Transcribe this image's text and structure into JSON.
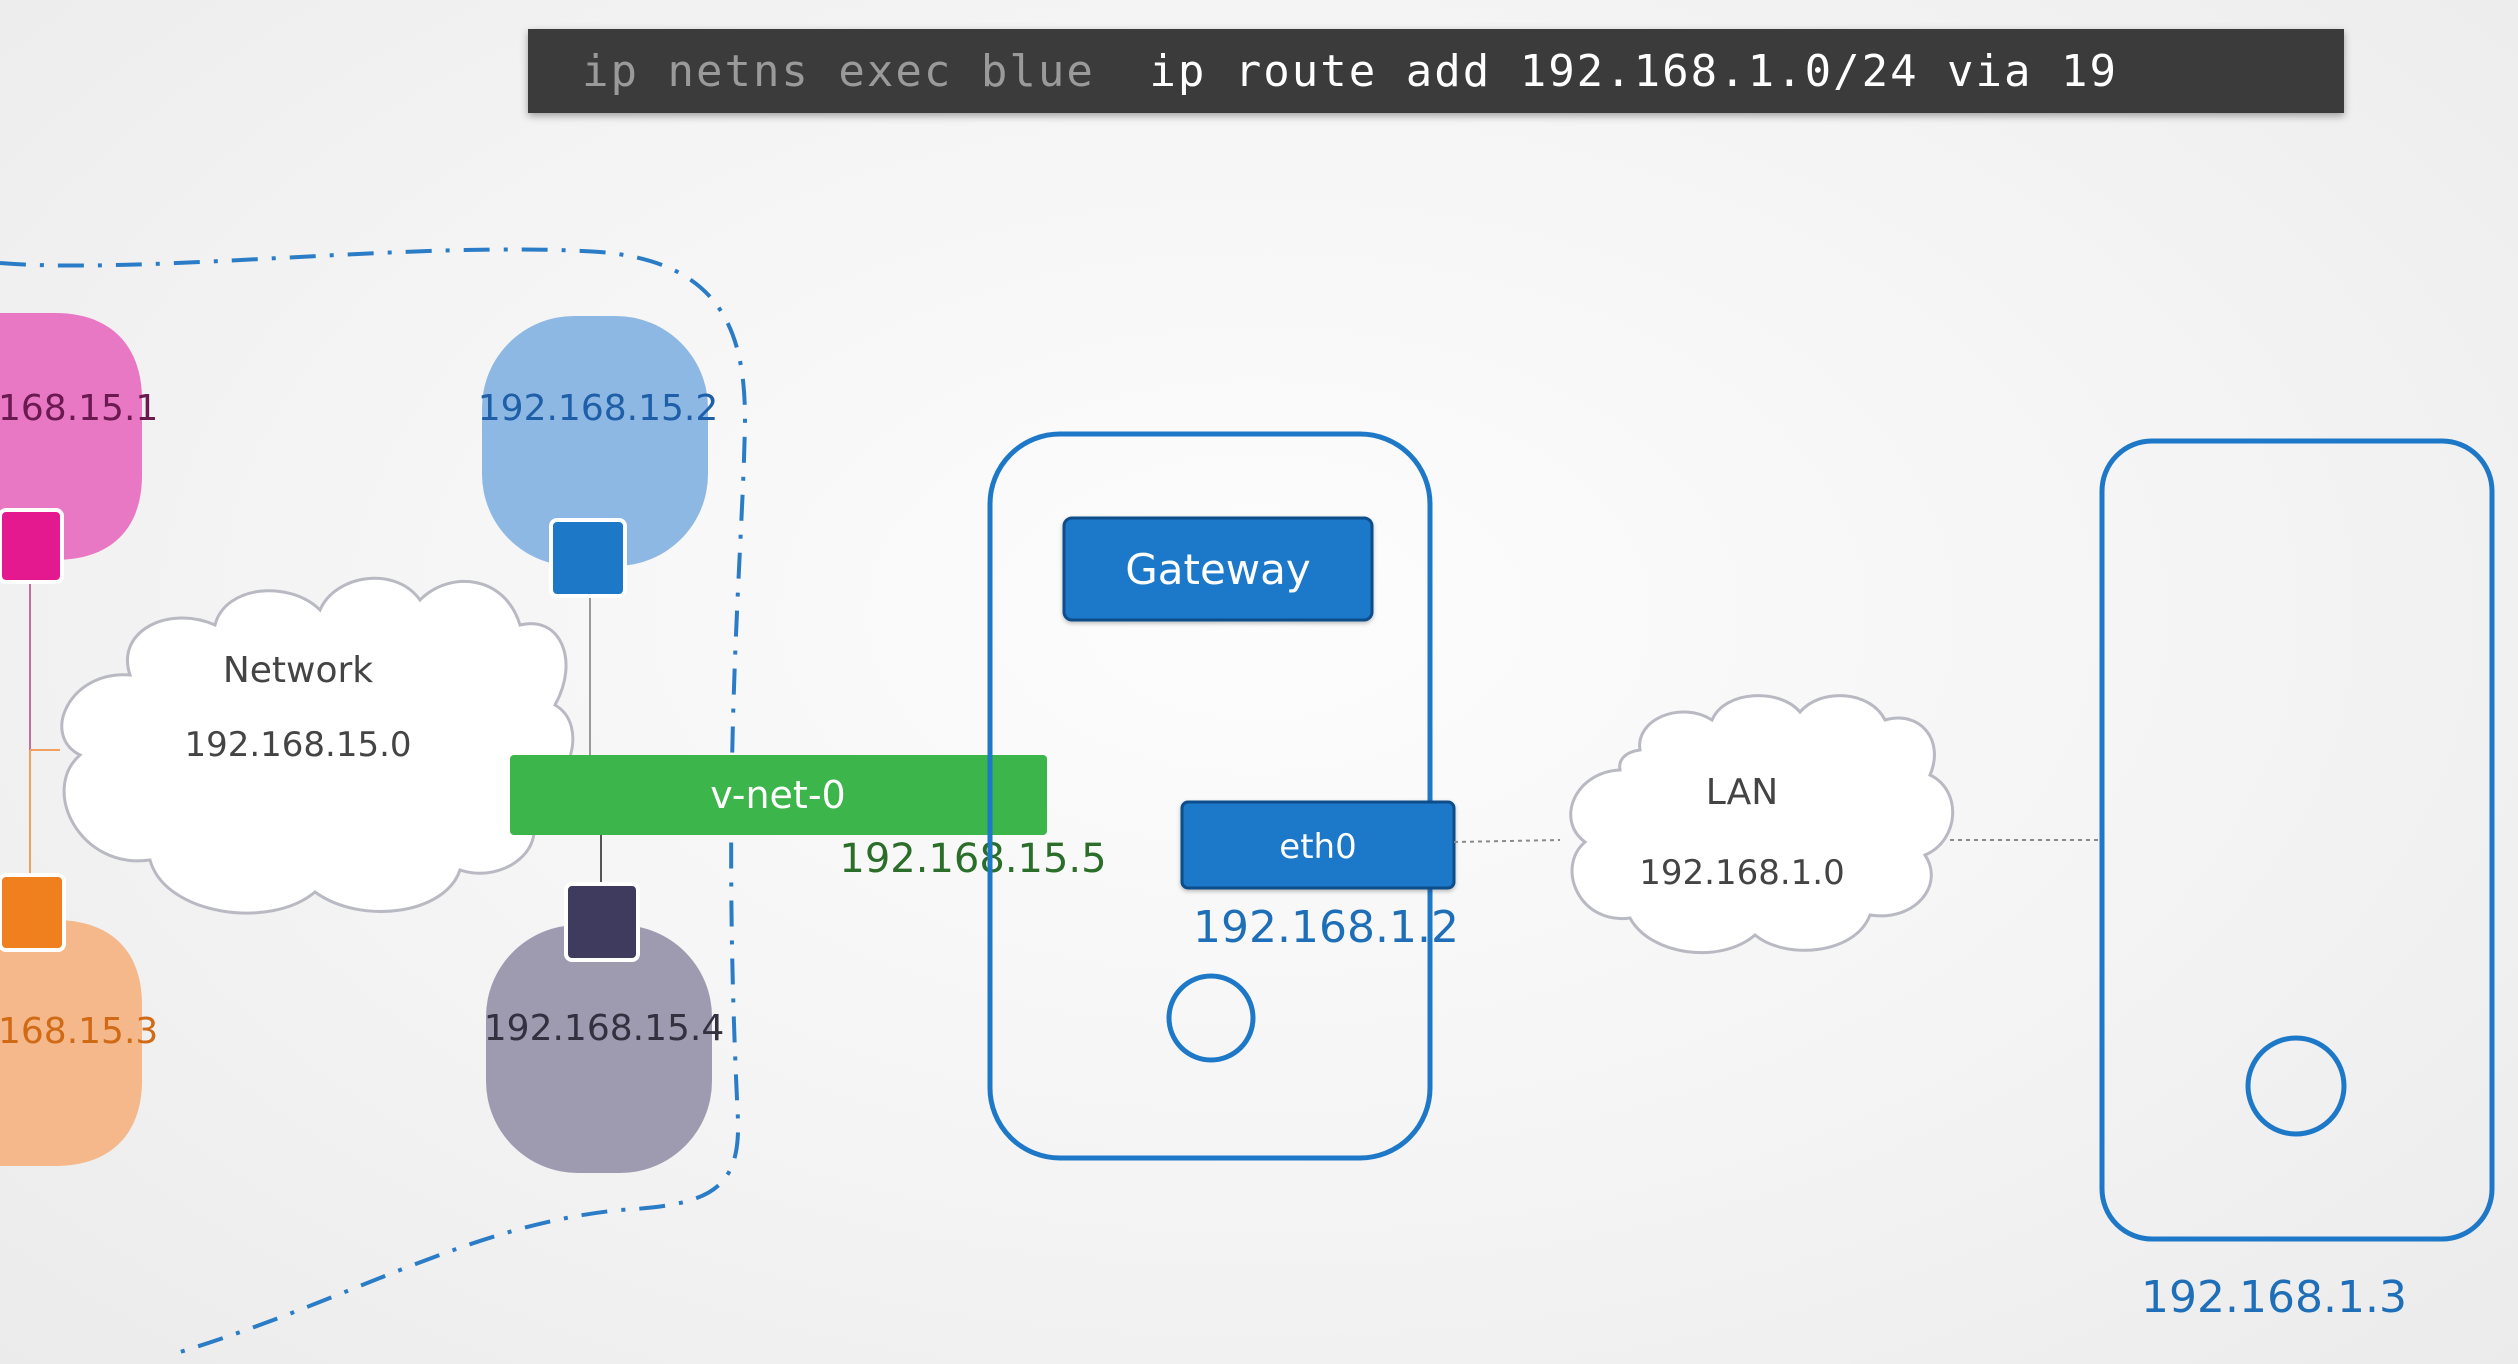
{
  "command": {
    "prefix": "ip netns exec blue",
    "suffix": "ip route add 192.168.1.0/24 via 19"
  },
  "namespaces": {
    "pink": {
      "ip": "168.15.1",
      "color": "#e878c4",
      "port_color": "#e4198f"
    },
    "blue": {
      "ip": "192.168.15.2",
      "color": "#8db8e3",
      "port_color": "#1e78c8"
    },
    "orange": {
      "ip": "168.15.3",
      "color": "#f5b88a",
      "port_color": "#f0801e"
    },
    "gray": {
      "ip": "192.168.15.4",
      "color": "#9e9bb0",
      "port_color": "#3f3b5e"
    }
  },
  "network_cloud": {
    "name": "Network",
    "subnet": "192.168.15.0"
  },
  "bridge": {
    "label": "v-net-0",
    "ip": "192.168.15.5",
    "color": "#3cb54a"
  },
  "gateway_host": {
    "gateway_label": "Gateway",
    "interface_label": "eth0",
    "ip": "192.168.1.2"
  },
  "lan_cloud": {
    "name": "LAN",
    "subnet": "192.168.1.0"
  },
  "remote_host": {
    "ip": "192.168.1.3"
  },
  "colors": {
    "accent_blue": "#1e78c8",
    "host_border": "#1e78c8",
    "cmd_background": "#3a3a3a",
    "ip_blue_text": "#1e6fb8",
    "ip_green_text": "#2a6e2a"
  }
}
